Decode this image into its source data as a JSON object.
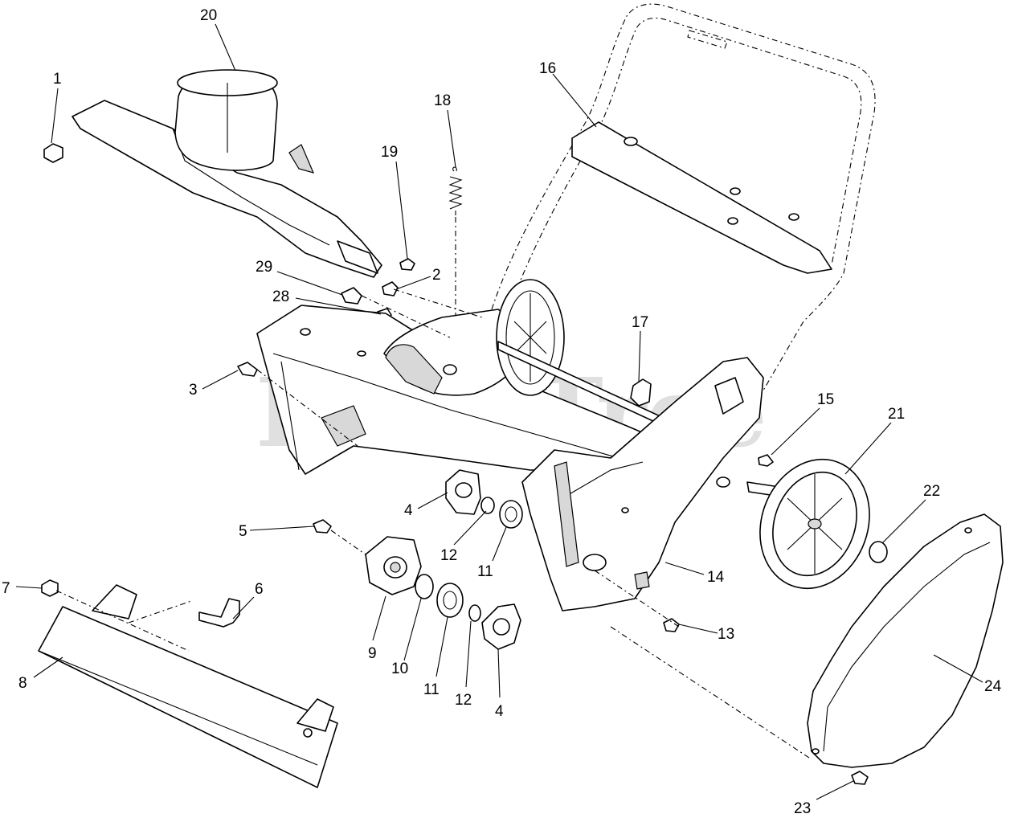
{
  "watermark": {
    "text": "PartsTree",
    "trademark": "TM"
  },
  "callouts": [
    {
      "id": "1",
      "label": "1"
    },
    {
      "id": "2",
      "label": "2"
    },
    {
      "id": "3",
      "label": "3"
    },
    {
      "id": "4a",
      "label": "4"
    },
    {
      "id": "4b",
      "label": "4"
    },
    {
      "id": "5",
      "label": "5"
    },
    {
      "id": "6",
      "label": "6"
    },
    {
      "id": "7",
      "label": "7"
    },
    {
      "id": "8",
      "label": "8"
    },
    {
      "id": "9",
      "label": "9"
    },
    {
      "id": "10",
      "label": "10"
    },
    {
      "id": "11a",
      "label": "11"
    },
    {
      "id": "11b",
      "label": "11"
    },
    {
      "id": "12a",
      "label": "12"
    },
    {
      "id": "12b",
      "label": "12"
    },
    {
      "id": "13",
      "label": "13"
    },
    {
      "id": "14",
      "label": "14"
    },
    {
      "id": "15",
      "label": "15"
    },
    {
      "id": "16",
      "label": "16"
    },
    {
      "id": "17",
      "label": "17"
    },
    {
      "id": "18",
      "label": "18"
    },
    {
      "id": "19",
      "label": "19"
    },
    {
      "id": "20",
      "label": "20"
    },
    {
      "id": "21",
      "label": "21"
    },
    {
      "id": "22",
      "label": "22"
    },
    {
      "id": "23",
      "label": "23"
    },
    {
      "id": "24",
      "label": "24"
    },
    {
      "id": "28",
      "label": "28"
    },
    {
      "id": "29",
      "label": "29"
    }
  ]
}
